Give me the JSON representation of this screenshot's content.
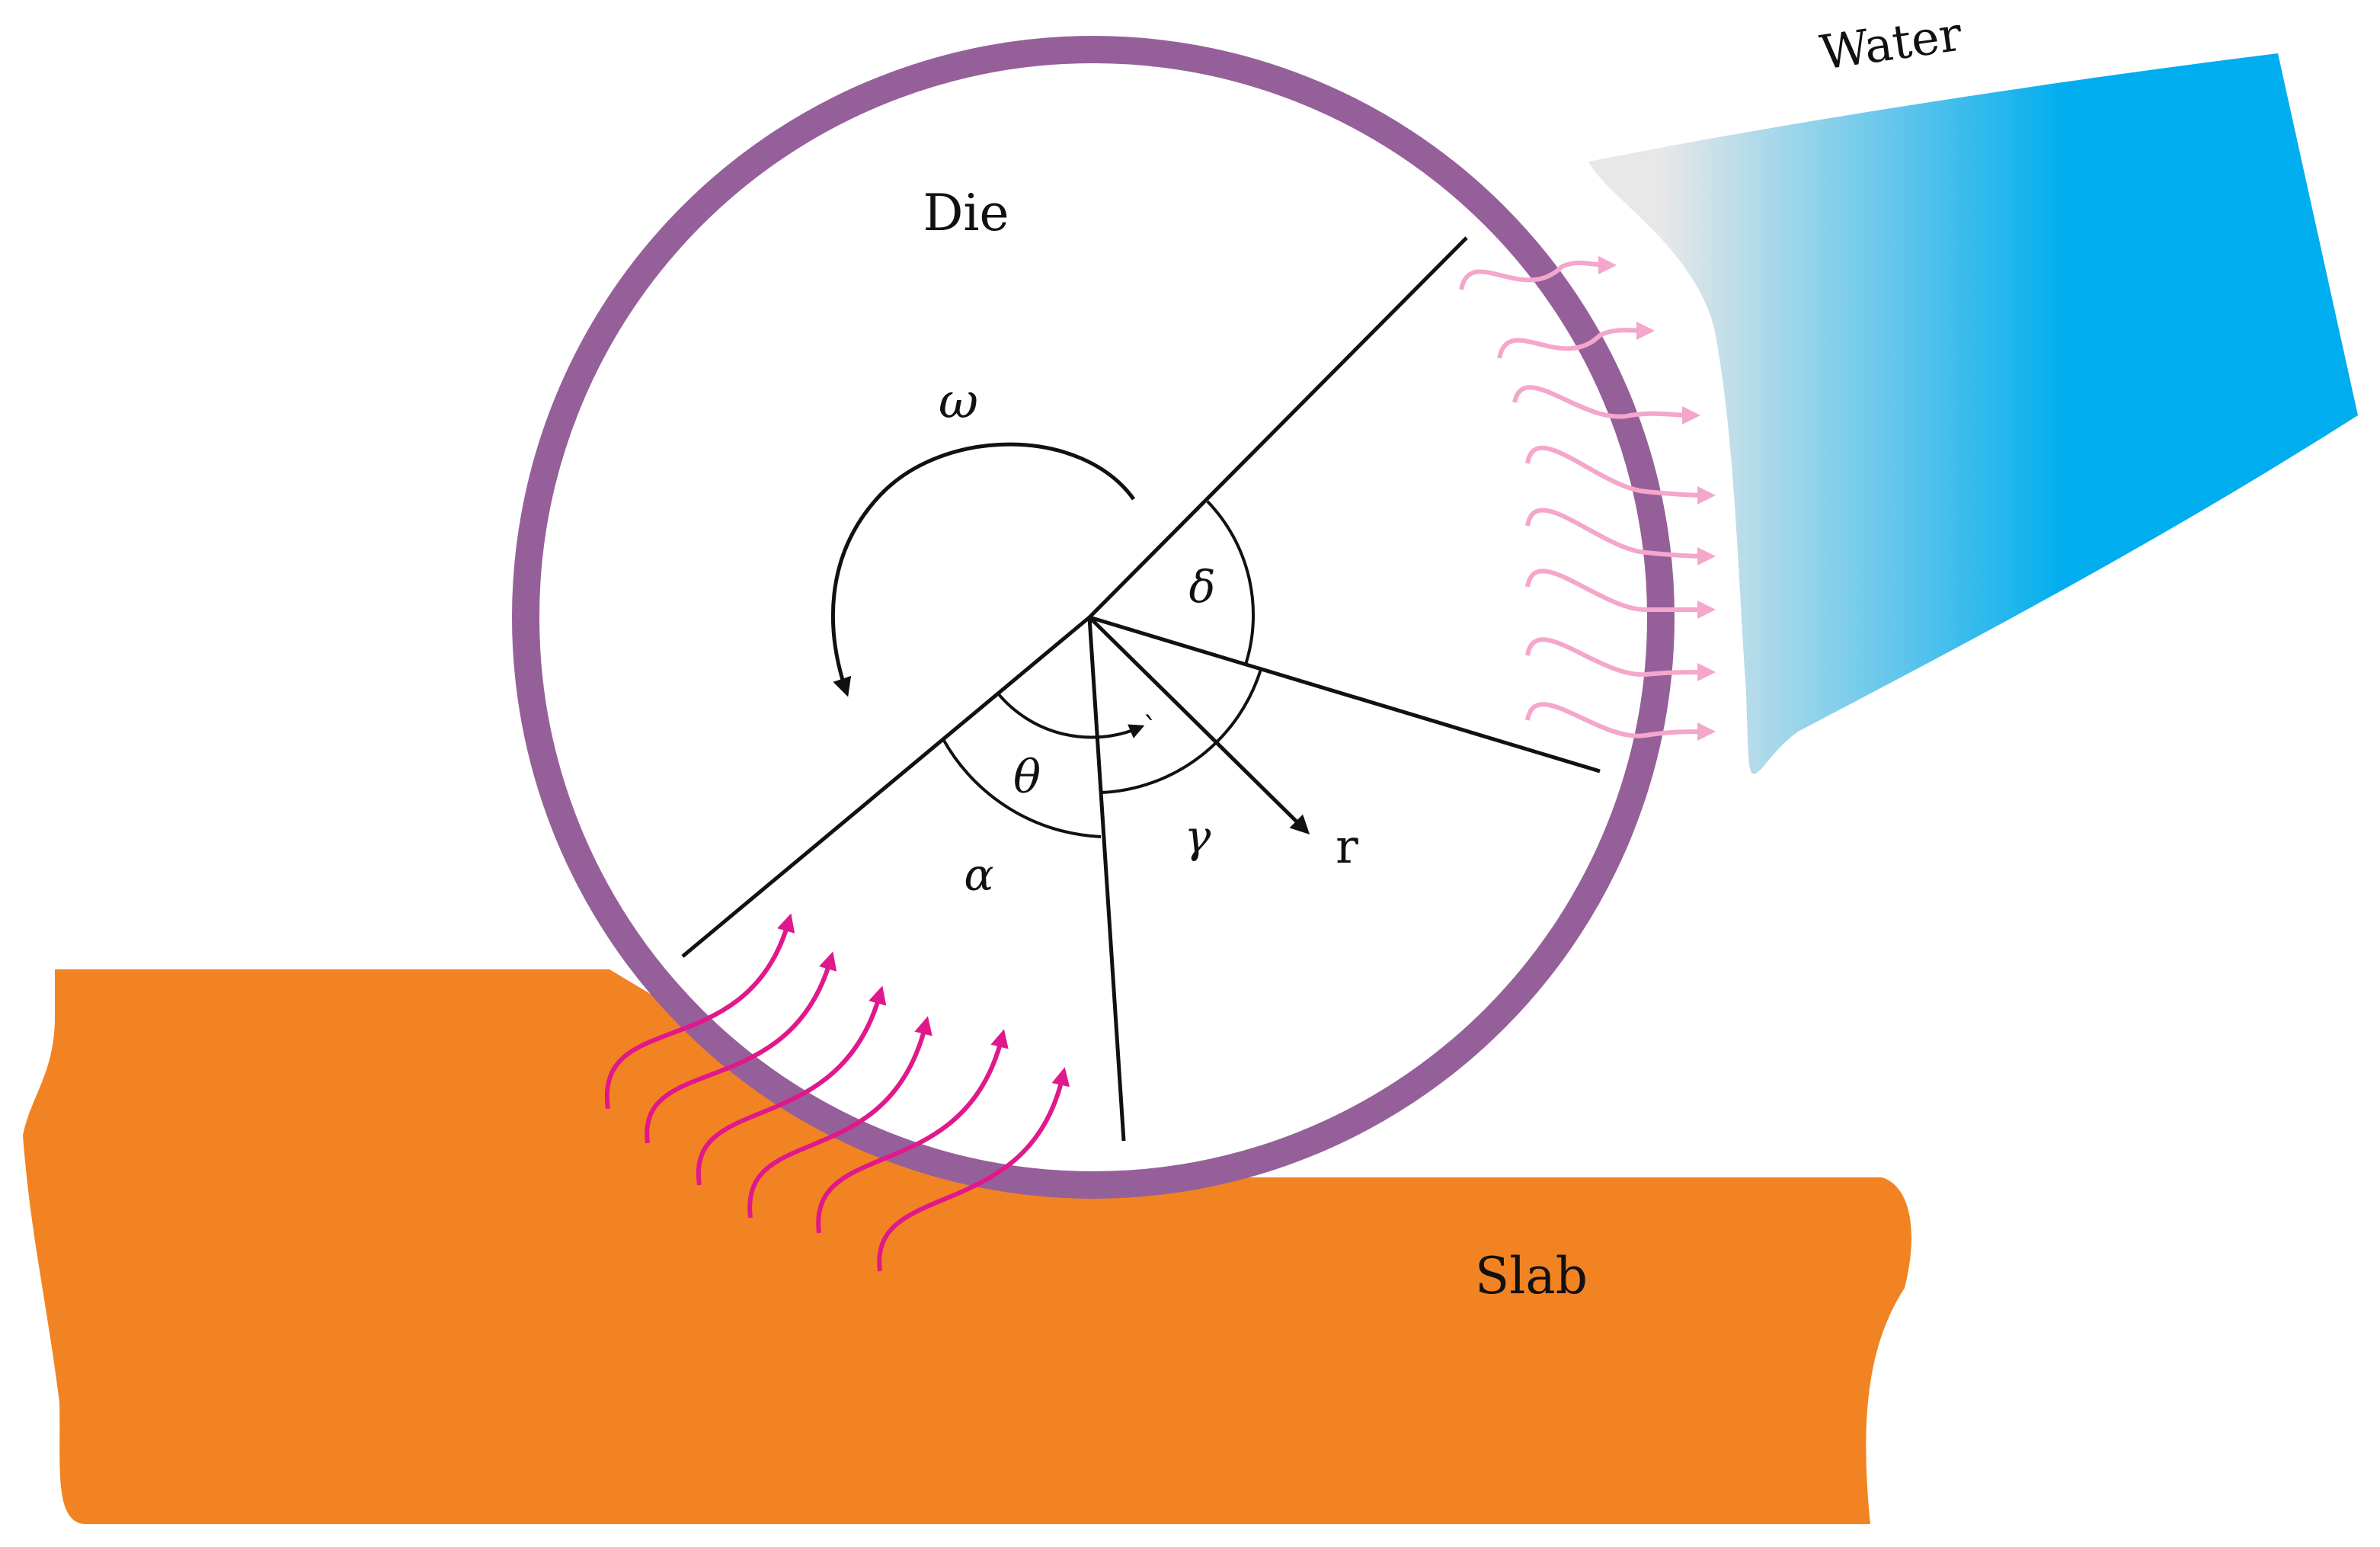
{
  "labels": {
    "die": "Die",
    "slab": "Slab",
    "water": "Water",
    "omega": "ω",
    "theta": "θ",
    "alpha": "α",
    "gamma": "γ",
    "delta": "δ",
    "r": "r",
    "tick": "`"
  },
  "colors": {
    "die_ring": "#95609a",
    "slab": "#f28322",
    "water_start": "#e6e6e6",
    "water_end": "#00adee",
    "heat_in": "#e0188c",
    "heat_out": "#f4a6cb",
    "line": "#111111"
  }
}
